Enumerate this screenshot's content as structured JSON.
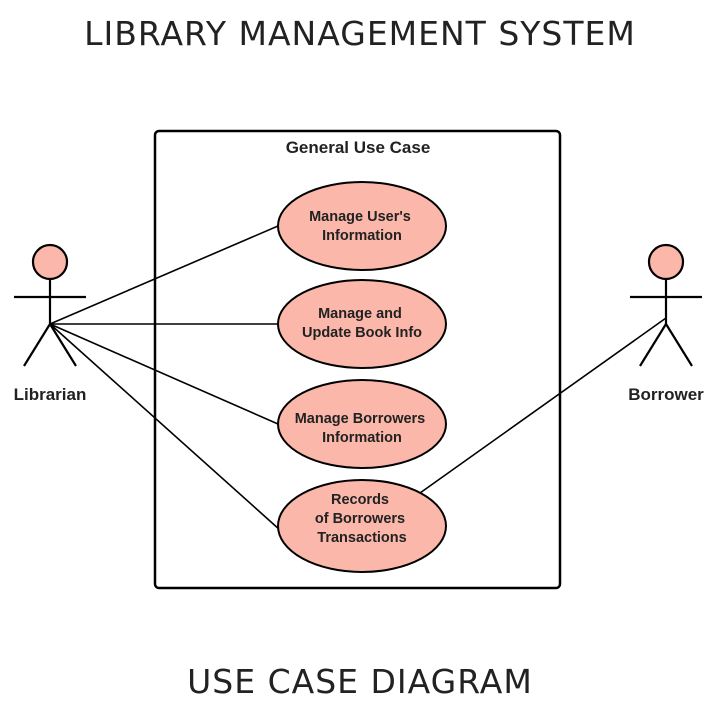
{
  "title": "LIBRARY MANAGEMENT SYSTEM",
  "subtitle": "USE CASE DIAGRAM",
  "system_boundary": {
    "label": "General Use Case"
  },
  "actors": [
    {
      "name": "Librarian"
    },
    {
      "name": "Borrower"
    }
  ],
  "use_cases": [
    {
      "lines": [
        "Manage User's",
        "Information"
      ]
    },
    {
      "lines": [
        "Manage and",
        "Update Book Info"
      ]
    },
    {
      "lines": [
        "Manage Borrowers",
        "Information"
      ]
    },
    {
      "lines": [
        "Records",
        "of Borrowers",
        "Transactions"
      ]
    }
  ],
  "colors": {
    "use_case_fill": "#fbb7aa",
    "actor_head_fill": "#fbb7aa",
    "stroke": "#000000",
    "text": "#222222"
  }
}
